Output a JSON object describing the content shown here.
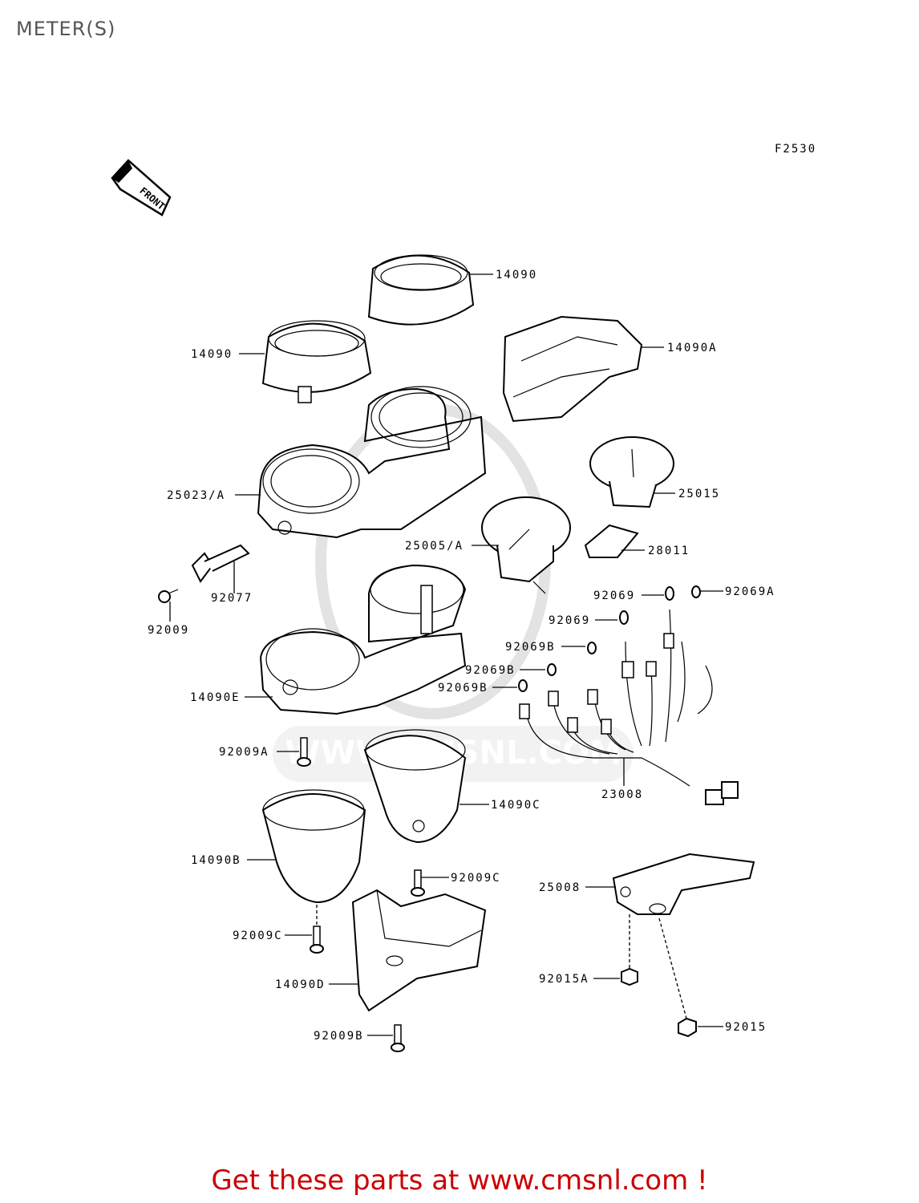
{
  "page": {
    "title": "METER(S)"
  },
  "figure_code": "F2530",
  "front_arrow": {
    "label": "FRONT"
  },
  "watermark": "WWW.CMSNL.COM",
  "footer": {
    "text": "Get these parts at www.cmsnl.com !"
  },
  "callouts": {
    "c14090_top": "14090",
    "c14090_left": "14090",
    "c14090A": "14090A",
    "c25015": "25015",
    "c25023A": "25023/A",
    "c25005A": "25005/A",
    "c28011": "28011",
    "c92077": "92077",
    "c92009": "92009",
    "c92069_1": "92069",
    "c92069A": "92069A",
    "c92069_2": "92069",
    "c92069B_1": "92069B",
    "c92069B_2": "92069B",
    "c92069B_3": "92069B",
    "c14090E": "14090E",
    "c92009A": "92009A",
    "c23008": "23008",
    "c14090C": "14090C",
    "c14090B": "14090B",
    "c92009C_1": "92009C",
    "c25008": "25008",
    "c92009C_2": "92009C",
    "c14090D": "14090D",
    "c92015A": "92015A",
    "c92015": "92015",
    "c92009B": "92009B"
  }
}
